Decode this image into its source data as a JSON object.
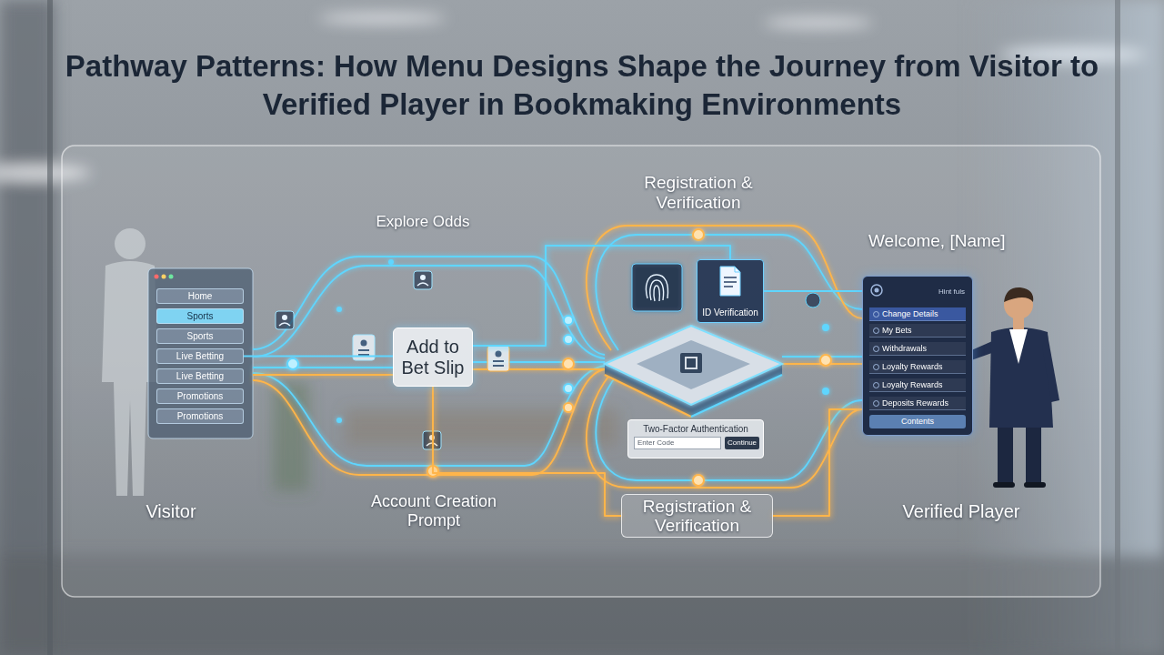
{
  "diagram": {
    "title": "Pathway Patterns: How Menu Designs Shape the Journey from Visitor to Verified Player in Bookmaking Environments",
    "nodes": [
      {
        "text": [
          "Home"
        ]
      },
      {
        "text": [
          "Sports"
        ]
      },
      {
        "text": [
          "Sports"
        ]
      },
      {
        "text": [
          "Live Betting"
        ]
      },
      {
        "text": [
          "Live Betting"
        ]
      },
      {
        "text": [
          "Promotions"
        ]
      },
      {
        "text": [
          "Promotions"
        ]
      },
      {
        "text": [
          "Add to Bet Slip"
        ]
      },
      {
        "text": [
          "ID Verification"
        ]
      },
      {
        "text": [
          "Two-Factor Authentication"
        ]
      },
      {
        "text": [
          "Enter Code"
        ],
        "in": 9
      },
      {
        "text": [
          "Continue"
        ],
        "in": 9
      },
      {
        "text": [
          "Registration & Verification"
        ]
      },
      {
        "text": [
          "Welcome, [Name]",
          "Hint fuls"
        ]
      },
      {
        "text": [
          "Change Details"
        ],
        "in": 13
      },
      {
        "text": [
          "My Bets"
        ],
        "in": 13
      },
      {
        "text": [
          "Withdrawals"
        ],
        "in": 13
      },
      {
        "text": [
          "Loyalty Rewards"
        ],
        "in": 13
      },
      {
        "text": [
          "Loyalty Rewards"
        ],
        "in": 13
      },
      {
        "text": [
          "Deposits Rewards"
        ],
        "in": 13
      },
      {
        "text": [
          "Contents"
        ],
        "in": 13
      }
    ],
    "edges": [
      {
        "from": 3,
        "to": 7,
        "arrow": "none"
      },
      {
        "from": 7,
        "to": 8,
        "arrow": "none"
      },
      {
        "from": 7,
        "to": 12,
        "arrow": "none"
      },
      {
        "from": 8,
        "to": 13,
        "arrow": "none"
      },
      {
        "from": 12,
        "to": 13,
        "arrow": "none"
      }
    ],
    "labels": [
      "Explore Odds",
      "Registration & Verification",
      "Account Creation Prompt",
      "Visitor",
      "Verified Player"
    ]
  }
}
